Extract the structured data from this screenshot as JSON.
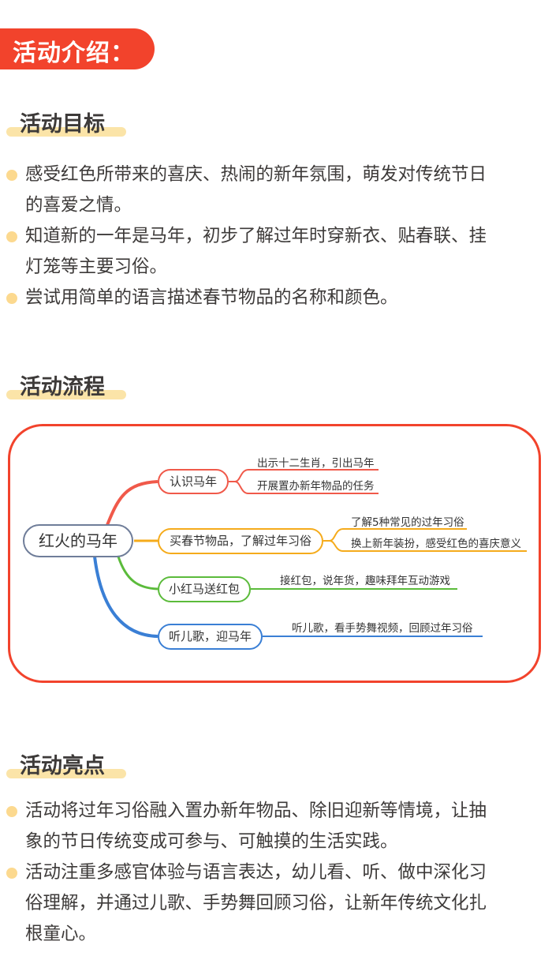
{
  "banner": {
    "label": "活动介绍："
  },
  "sections": {
    "goals": {
      "title": "活动目标",
      "items": [
        {
          "line1": "感受红色所带来的喜庆、热闹的新年氛围，萌发对传统节日",
          "line2": "的喜爱之情。"
        },
        {
          "line1": "知道新的一年是马年，初步了解过年时穿新衣、贴春联、挂",
          "line2": "灯笼等主要习俗。"
        },
        {
          "line1": "尝试用简单的语言描述春节物品的名称和颜色。"
        }
      ]
    },
    "process": {
      "title": "活动流程",
      "mindmap": {
        "root": "红火的马年",
        "branches": [
          {
            "label": "认识马年",
            "color": "#f0594a",
            "leaves": [
              "出示十二生肖，引出马年",
              "开展置办新年物品的任务"
            ]
          },
          {
            "label": "买春节物品，了解过年习俗",
            "color": "#f5ab1b",
            "leaves": [
              "了解5种常见的过年习俗",
              "换上新年装扮，感受红色的喜庆意义"
            ]
          },
          {
            "label": "小红马送红包",
            "color": "#5bbb3b",
            "leaves": [
              "接红包，说年货，趣味拜年互动游戏"
            ]
          },
          {
            "label": "听儿歌，迎马年",
            "color": "#3a7fd5",
            "leaves": [
              "听儿歌，看手势舞视频，回顾过年习俗"
            ]
          }
        ]
      }
    },
    "highlights": {
      "title": "活动亮点",
      "items": [
        {
          "line1": "活动将过年习俗融入置办新年物品、除旧迎新等情境，让抽",
          "line2": "象的节日传统变成可参与、可触摸的生活实践。"
        },
        {
          "line1": "活动注重多感官体验与语言表达，幼儿看、听、做中深化习",
          "line2": "俗理解，并通过儿歌、手势舞回顾习俗，让新年传统文化扎",
          "line3": "根童心。"
        }
      ]
    }
  },
  "colors": {
    "accent": "#f2432c",
    "highlight": "#fbe4a8",
    "bullet": "#fcd98f",
    "text": "#3d3a39"
  }
}
